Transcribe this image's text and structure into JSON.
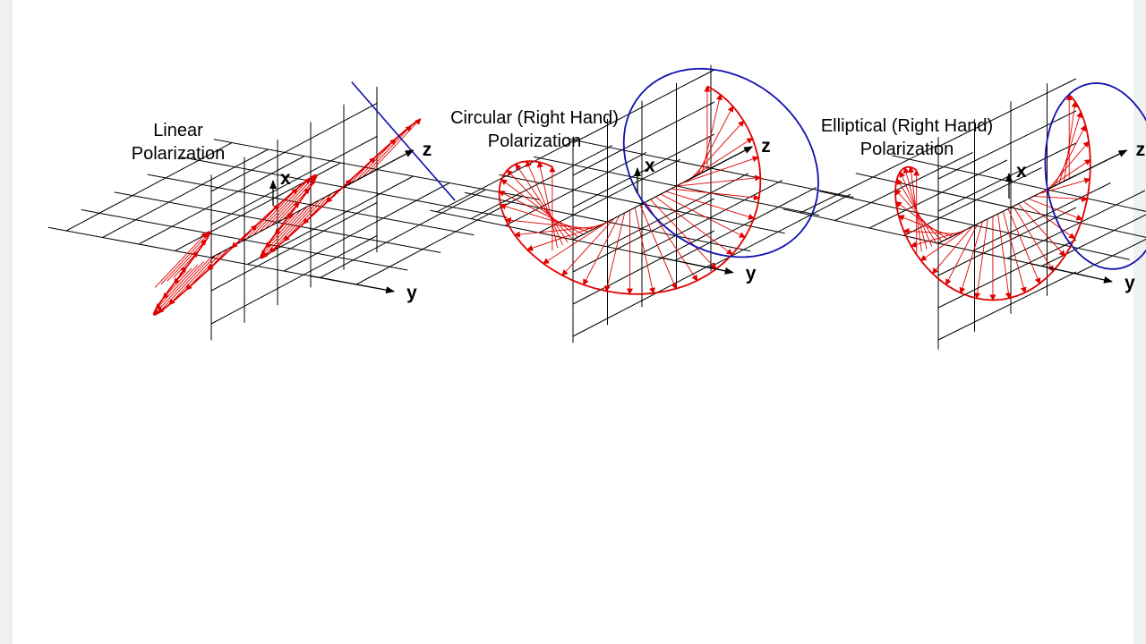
{
  "colors": {
    "background": "#ffffff",
    "grid": "#000000",
    "e_field": "#e00000",
    "locus": "#1010b0",
    "text": "#000000"
  },
  "panels": [
    {
      "id": "linear",
      "title": [
        "Linear",
        "Polarization"
      ],
      "axes": {
        "x": "x",
        "y": "y",
        "z": "z"
      },
      "polarization": "linear",
      "wave_cycles": 2
    },
    {
      "id": "circular",
      "title": [
        "Circular (Right Hand)",
        "Polarization"
      ],
      "axes": {
        "x": "x",
        "y": "y",
        "z": "z"
      },
      "polarization": "circular",
      "handedness": "right",
      "axial_ratio": 1.0,
      "wave_cycles": 1
    },
    {
      "id": "elliptical",
      "title": [
        "Elliptical (Right Hand)",
        "Polarization"
      ],
      "axes": {
        "x": "x",
        "y": "y",
        "z": "z"
      },
      "polarization": "elliptical",
      "handedness": "right",
      "axial_ratio": 0.6,
      "wave_cycles": 1
    }
  ]
}
